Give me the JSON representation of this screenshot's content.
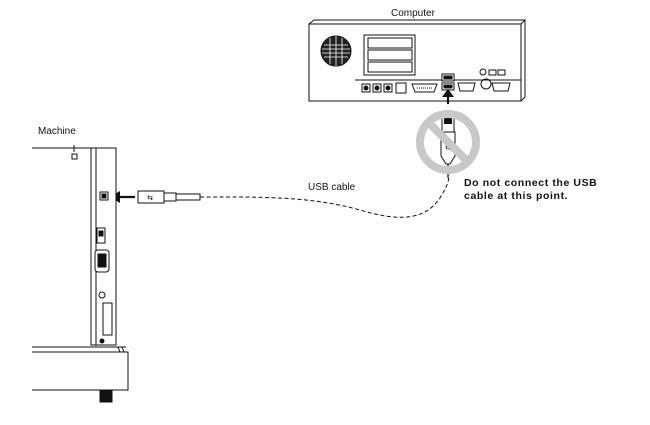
{
  "labels": {
    "computer": "Computer",
    "machine": "Machine",
    "usb_cable": "USB cable",
    "warning_line1": "Do not connect the USB",
    "warning_line2": "cable at this point."
  },
  "colors": {
    "line": "#111111",
    "prohibit_sign": "#c8c8c8"
  },
  "icons": {
    "prohibition": "no-entry-sign",
    "arrow": "arrow"
  }
}
